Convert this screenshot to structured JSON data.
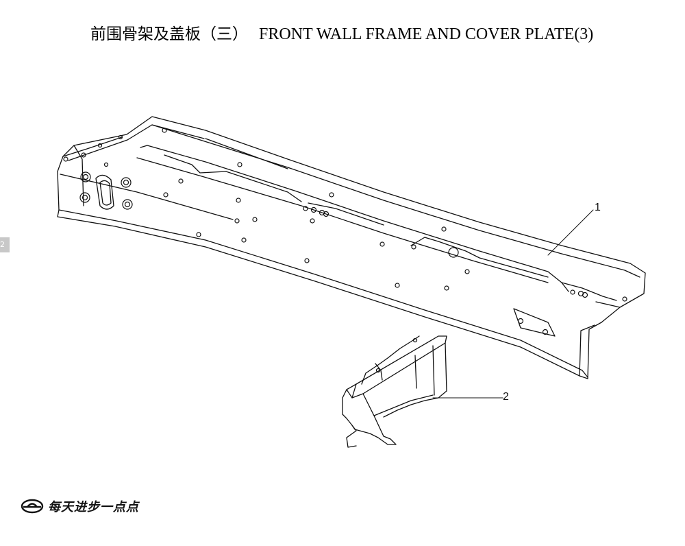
{
  "header": {
    "title_zh": "前围骨架及盖板（三）",
    "title_en": "FRONT WALL FRAME AND COVER PLATE(3)"
  },
  "side_tab": {
    "label": "2"
  },
  "callouts": [
    {
      "label": "1"
    },
    {
      "label": "2"
    }
  ],
  "footer": {
    "logo_icon": "brand-emblem-icon",
    "slogan": "每天进步一点点"
  }
}
